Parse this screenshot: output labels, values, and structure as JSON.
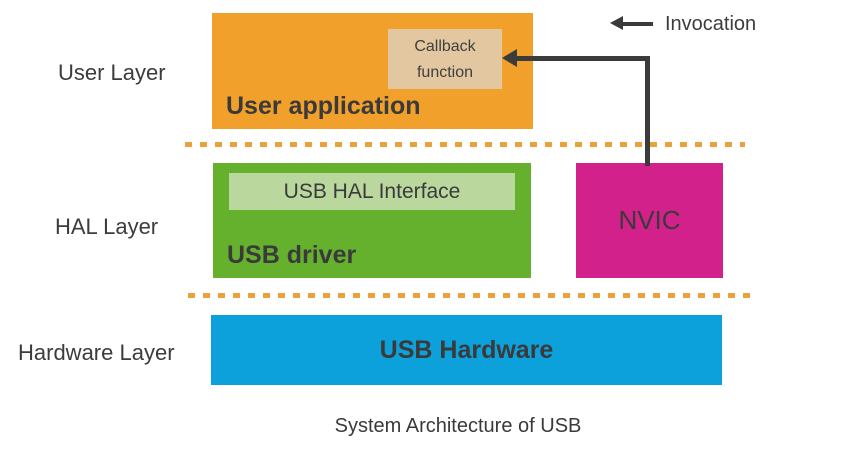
{
  "diagram": {
    "caption": "System Architecture of USB",
    "legend": {
      "label": "Invocation"
    },
    "layers": {
      "user": "User Layer",
      "hal": "HAL Layer",
      "hardware": "Hardware Layer"
    },
    "boxes": {
      "user_application": "User application",
      "callback": "Callback function",
      "usb_hal_interface": "USB HAL Interface",
      "usb_driver": "USB driver",
      "nvic": "NVIC",
      "usb_hardware": "USB Hardware"
    },
    "colors": {
      "user_application_fill": "#f0a02b",
      "callback_fill": "#e3c7a0",
      "usb_driver_fill": "#65b12e",
      "usb_hal_interface_fill": "#bad89e",
      "nvic_fill": "#d3218b",
      "usb_hardware_fill": "#0da1dc",
      "separator_dash": "#e8a33d",
      "arrow_and_text": "#3b3b3b"
    }
  }
}
